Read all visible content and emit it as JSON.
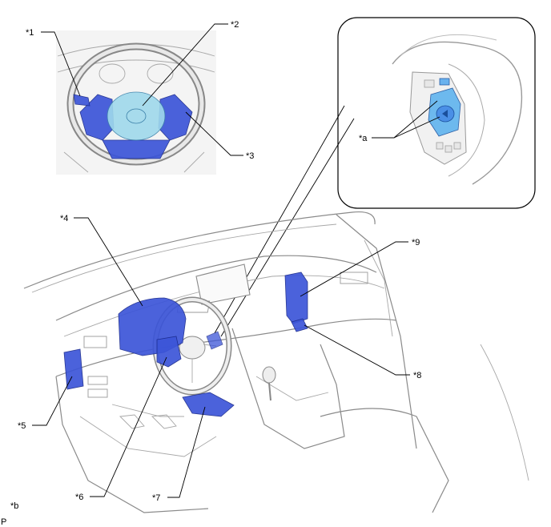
{
  "labels": {
    "l1": "*1",
    "l2": "*2",
    "l3": "*3",
    "l4": "*4",
    "l5": "*5",
    "l6": "*6",
    "l7": "*7",
    "l8": "*8",
    "l9": "*9",
    "la": "*a",
    "lb": "*b"
  },
  "corner_mark": "P",
  "colors": {
    "highlight_blue": "#3c55d8",
    "highlight_light_blue": "#9fd9ec",
    "outline_gray": "#8a8a8a"
  }
}
